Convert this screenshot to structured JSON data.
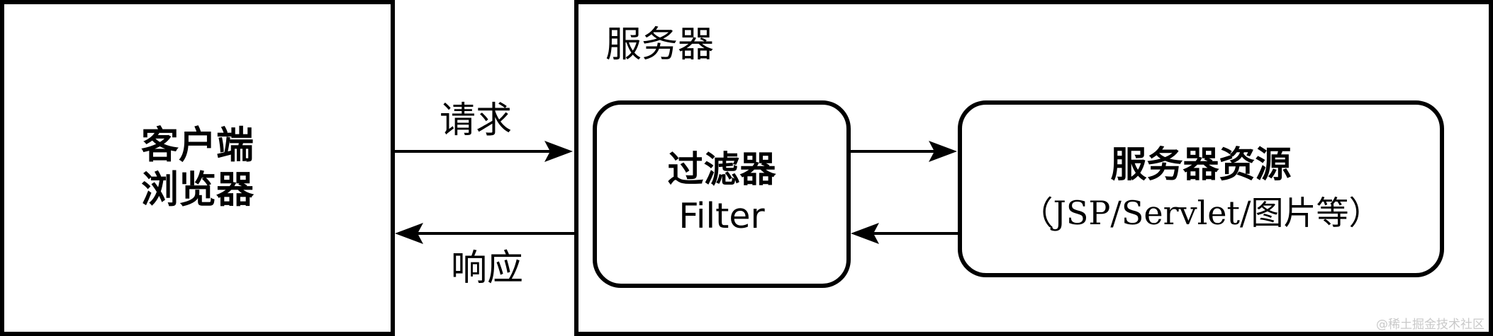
{
  "client": {
    "label": "客户端\n浏览器"
  },
  "server": {
    "title": "服务器",
    "filter": {
      "title": "过滤器",
      "subtitle": "Filter"
    },
    "resource": {
      "title": "服务器资源",
      "subtitle": "（JSP/Servlet/图片等）"
    }
  },
  "edges": {
    "request": "请求",
    "response": "响应"
  },
  "watermark": "@稀土掘金技术社区"
}
